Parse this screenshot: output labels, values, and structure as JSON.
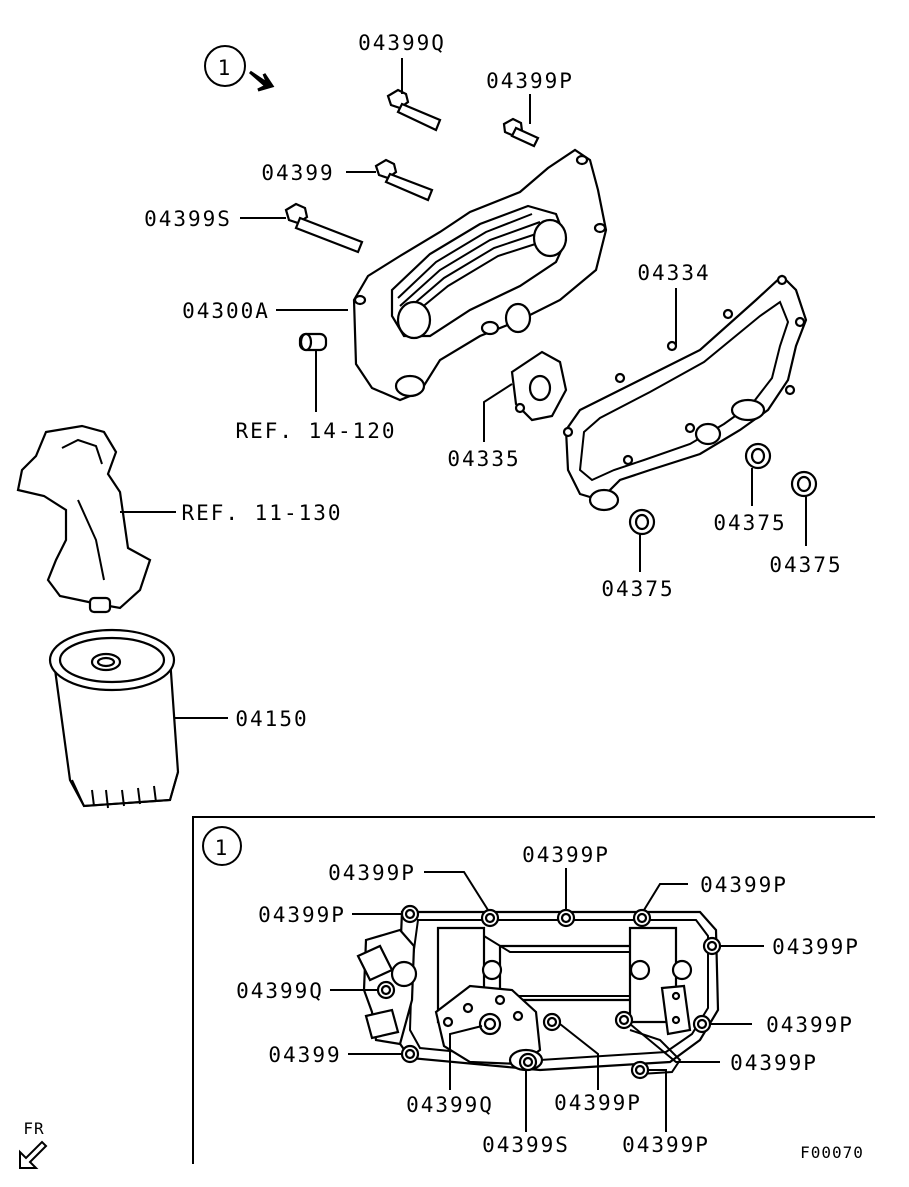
{
  "diagram": {
    "callout_number": "1",
    "detail_callout_number": "1",
    "front_indicator": "FR",
    "figure_code": "F00070"
  },
  "labels": {
    "bolt_q_top": "04399Q",
    "bolt_p_top": "04399P",
    "bolt_plain_top": "04399",
    "bolt_s_top": "04399S",
    "oil_cooler": "04300A",
    "ref_14_120": "REF. 14-120",
    "ref_11_130": "REF. 11-130",
    "gasket_04334": "04334",
    "plate_04335": "04335",
    "oring_a": "04375",
    "oring_b": "04375",
    "oring_c": "04375",
    "oil_filter": "04150"
  },
  "detail_labels": {
    "p_top_center": "04399P",
    "p_top_left": "04399P",
    "p_top_right": "04399P",
    "p_left_top": "04399P",
    "p_right_upper": "04399P",
    "q_left": "04399Q",
    "p_right_mid": "04399P",
    "plain_left": "04399",
    "p_right_low": "04399P",
    "q_bottom": "04399Q",
    "p_bottom_mid": "04399P",
    "s_bottom": "04399S",
    "p_bottom_right": "04399P"
  }
}
